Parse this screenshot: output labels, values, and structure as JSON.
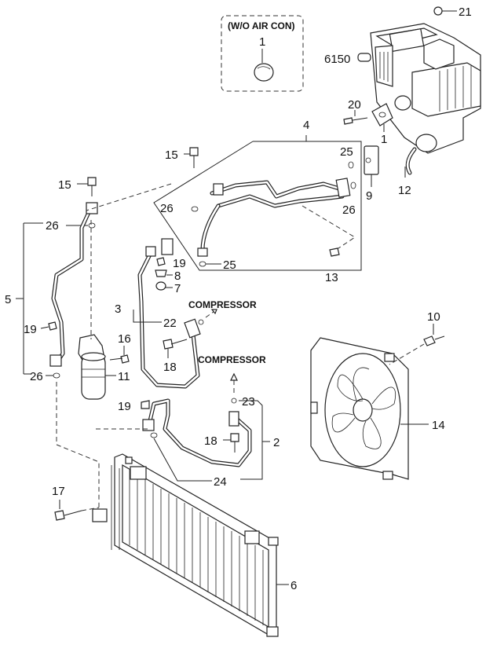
{
  "inset": {
    "title": "(W/O AIR CON)",
    "number": "1"
  },
  "callouts": [
    {
      "id": "21",
      "text": "21"
    },
    {
      "id": "6150",
      "text": "6150"
    },
    {
      "id": "20",
      "text": "20"
    },
    {
      "id": "1b",
      "text": "1"
    },
    {
      "id": "4",
      "text": "4"
    },
    {
      "id": "15a",
      "text": "15"
    },
    {
      "id": "25a",
      "text": "25"
    },
    {
      "id": "9",
      "text": "9"
    },
    {
      "id": "12",
      "text": "12"
    },
    {
      "id": "15b",
      "text": "15"
    },
    {
      "id": "26a",
      "text": "26"
    },
    {
      "id": "26b",
      "text": "26"
    },
    {
      "id": "26c",
      "text": "26"
    },
    {
      "id": "25b",
      "text": "25"
    },
    {
      "id": "13",
      "text": "13"
    },
    {
      "id": "19a",
      "text": "19"
    },
    {
      "id": "8",
      "text": "8"
    },
    {
      "id": "7",
      "text": "7"
    },
    {
      "id": "5",
      "text": "5"
    },
    {
      "id": "3",
      "text": "3"
    },
    {
      "id": "22",
      "text": "22"
    },
    {
      "id": "10",
      "text": "10"
    },
    {
      "id": "19b",
      "text": "19"
    },
    {
      "id": "16",
      "text": "16"
    },
    {
      "id": "18a",
      "text": "18"
    },
    {
      "id": "26d",
      "text": "26"
    },
    {
      "id": "11",
      "text": "11"
    },
    {
      "id": "19c",
      "text": "19"
    },
    {
      "id": "23",
      "text": "23"
    },
    {
      "id": "14",
      "text": "14"
    },
    {
      "id": "18b",
      "text": "18"
    },
    {
      "id": "2",
      "text": "2"
    },
    {
      "id": "24",
      "text": "24"
    },
    {
      "id": "17",
      "text": "17"
    },
    {
      "id": "6",
      "text": "6"
    }
  ],
  "labels": {
    "compressor_top": "COMPRESSOR",
    "compressor_bottom": "COMPRESSOR"
  }
}
